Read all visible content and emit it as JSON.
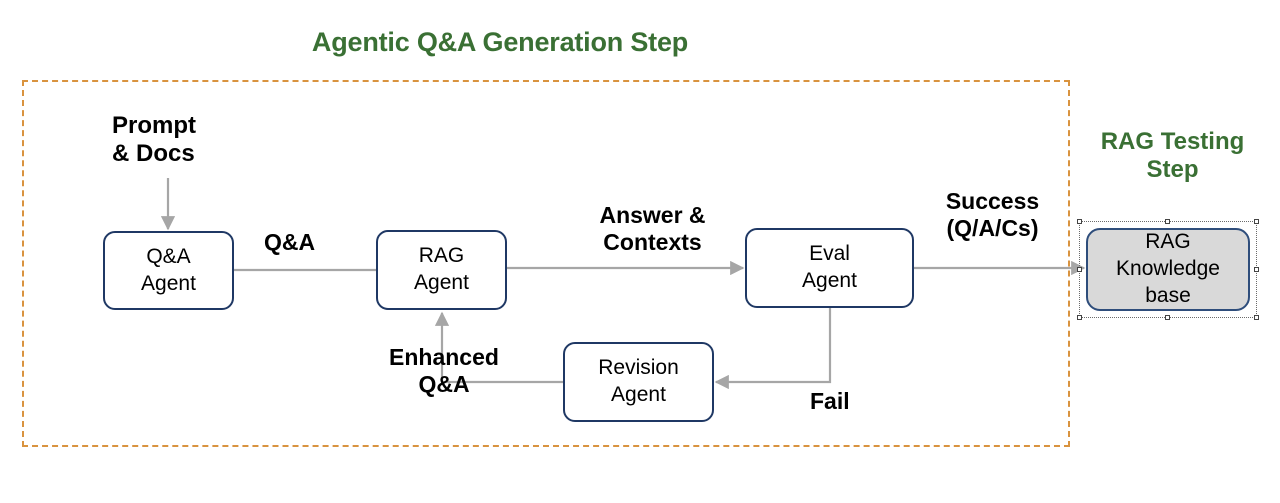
{
  "diagram": {
    "sections": [
      {
        "id": "agentic",
        "title": "Agentic Q&A Generation Step"
      },
      {
        "id": "rag_testing",
        "title": "RAG Testing Step"
      }
    ],
    "nodes": [
      {
        "id": "qa_agent",
        "label": "Q&A\nAgent"
      },
      {
        "id": "rag_agent",
        "label": "RAG\nAgent"
      },
      {
        "id": "eval_agent",
        "label": "Eval\nAgent"
      },
      {
        "id": "revision_agent",
        "label": "Revision\nAgent"
      },
      {
        "id": "knowledge_base",
        "label": "RAG\nKnowledge\nbase"
      }
    ],
    "edge_labels": [
      {
        "id": "prompt_docs",
        "text": "Prompt\n& Docs"
      },
      {
        "id": "qa",
        "text": "Q&A"
      },
      {
        "id": "answer_contexts",
        "text": "Answer &\nContexts"
      },
      {
        "id": "success",
        "text": "Success\n(Q/A/Cs)"
      },
      {
        "id": "enhanced_qa",
        "text": "Enhanced\nQ&A"
      },
      {
        "id": "fail",
        "text": "Fail"
      }
    ],
    "colors": {
      "section_title": "#3a7034",
      "group_border": "#d9933f",
      "node_border": "#1f3864",
      "node_fill": "#ffffff",
      "knowledge_base_fill": "#d9d9d9",
      "connector": "#a6a6a6",
      "label_text": "#000000"
    }
  }
}
